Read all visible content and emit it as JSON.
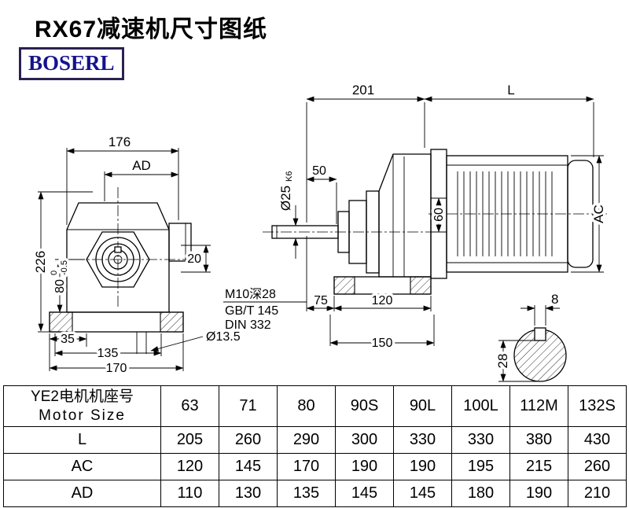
{
  "title": "RX67减速机尺寸图纸",
  "logo": "BOSERL",
  "drawing": {
    "front_view": {
      "dim_width_top": "176",
      "dim_ad": "AD",
      "dim_height": "226",
      "dim_80": "80",
      "dim_80_tol_up": "0",
      "dim_80_tol_low": "-0.5",
      "dim_35": "35",
      "dim_135": "135",
      "dim_170": "170",
      "dim_20": "20",
      "dim_hole": "Ø13.5"
    },
    "side_view": {
      "dim_201": "201",
      "dim_l": "L",
      "dim_50": "50",
      "shaft_dia": "Ø25",
      "shaft_fit": "K6",
      "dim_60": "60",
      "dim_ac": "AC",
      "note1": "M10深28",
      "note2": "GB/T 145",
      "note3": "DIN 332",
      "dim_75": "75",
      "dim_120": "120",
      "dim_150": "150"
    },
    "shaft_section": {
      "key_width": "8",
      "key_depth": "28"
    }
  },
  "table": {
    "header_cn": "YE2电机机座号",
    "header_en": "Motor Size",
    "sizes": [
      "63",
      "71",
      "80",
      "90S",
      "90L",
      "100L",
      "112M",
      "132S"
    ],
    "rows": [
      {
        "label": "L",
        "values": [
          "205",
          "260",
          "290",
          "300",
          "330",
          "330",
          "380",
          "430"
        ]
      },
      {
        "label": "AC",
        "values": [
          "120",
          "145",
          "170",
          "190",
          "190",
          "195",
          "215",
          "260"
        ]
      },
      {
        "label": "AD",
        "values": [
          "110",
          "130",
          "135",
          "145",
          "145",
          "180",
          "190",
          "210"
        ]
      }
    ]
  }
}
